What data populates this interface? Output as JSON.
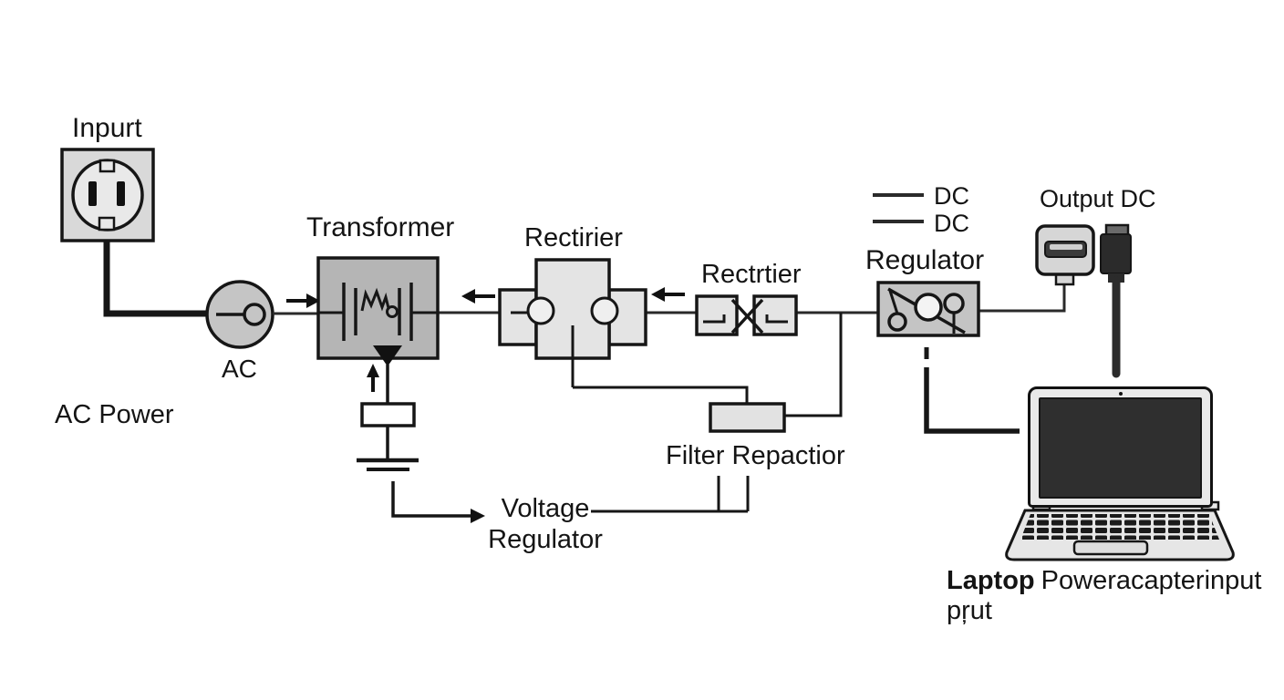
{
  "diagram": {
    "labels": {
      "input": "Inpurt",
      "ac": "AC",
      "ac_power": "AC Power",
      "transformer": "Transformer",
      "rectifier": "Rectirier",
      "rectifier2": "Rectrtier",
      "regulator": "Regulator",
      "legend_dc_1": "DC",
      "legend_dc_2": "DC",
      "output_dc": "Output DC",
      "filter": "Filter Repactior",
      "voltage_line1": "Voltage",
      "voltage_line2": "Regulator",
      "caption_bold": "Laptop",
      "caption_rest": "Poweracapterinput pŗut"
    },
    "icons": [
      "ac-outlet-icon",
      "ac-source-icon",
      "transformer-icon",
      "bridge-rectifier-icon",
      "x-rectifier-icon",
      "capacitor-icon",
      "ground-icon",
      "regulator-icon",
      "filter-icon",
      "dc-adapter-port-icon",
      "dc-plug-icon",
      "laptop-icon",
      "flow-arrow-right-icon",
      "flow-arrow-left-icon",
      "feedback-arrow-up-icon",
      "voltage-regulator-arrow-icon"
    ],
    "colors": {
      "background": "#ffffff",
      "line": "#161616",
      "box_dark": "#b5b5b5",
      "box_mid": "#c5c5c5",
      "box_light": "#e4e4e4",
      "outlet_fill": "#d9d9d9",
      "plug_dark": "#2b2b2b",
      "laptop_screen": "#2f2f2f"
    }
  }
}
